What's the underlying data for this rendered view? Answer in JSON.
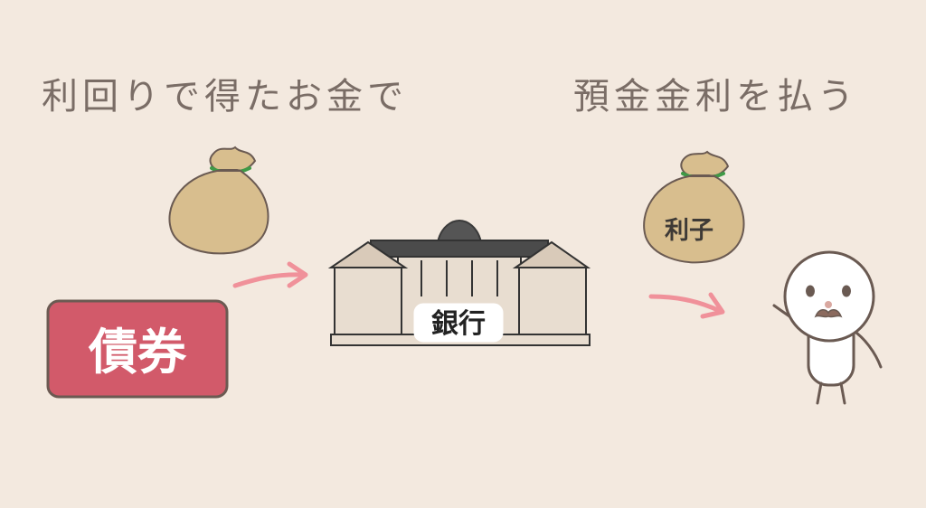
{
  "headings": {
    "left": "利回りで得たお金で",
    "right": "預金金利を払う"
  },
  "bond": {
    "label": "債券"
  },
  "bank": {
    "label": "銀行"
  },
  "interest_bag": {
    "label": "利子"
  },
  "colors": {
    "background": "#f3e9df",
    "heading_text": "#7a6d66",
    "bag_fill": "#d8be8e",
    "bag_tie": "#3f9a46",
    "bond_fill": "#d25a6a",
    "arrow": "#f0919a",
    "bank_fill": "#e8ddd0",
    "bank_roof": "#4b4b4b",
    "outline": "#5a5a5a"
  }
}
